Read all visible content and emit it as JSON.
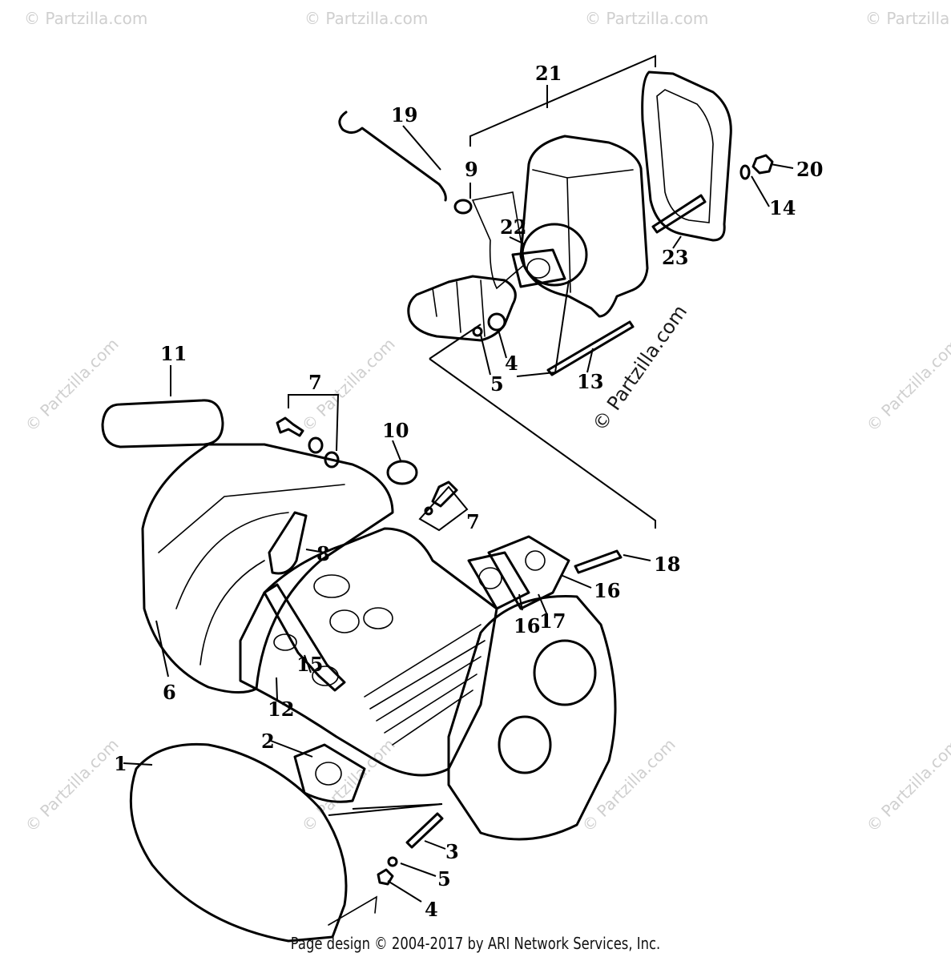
{
  "watermark": {
    "text": "© Partzilla.com"
  },
  "callouts": [
    {
      "id": "1"
    },
    {
      "id": "2"
    },
    {
      "id": "3"
    },
    {
      "id": "4"
    },
    {
      "id": "5"
    },
    {
      "id": "6"
    },
    {
      "id": "7"
    },
    {
      "id": "8"
    },
    {
      "id": "9"
    },
    {
      "id": "10"
    },
    {
      "id": "11"
    },
    {
      "id": "12"
    },
    {
      "id": "13"
    },
    {
      "id": "14"
    },
    {
      "id": "15"
    },
    {
      "id": "16"
    },
    {
      "id": "17"
    },
    {
      "id": "18"
    },
    {
      "id": "19"
    },
    {
      "id": "20"
    },
    {
      "id": "21"
    },
    {
      "id": "22"
    },
    {
      "id": "23"
    }
  ],
  "footer": {
    "text": "Page design © 2004-2017 by ARI Network Services, Inc."
  }
}
